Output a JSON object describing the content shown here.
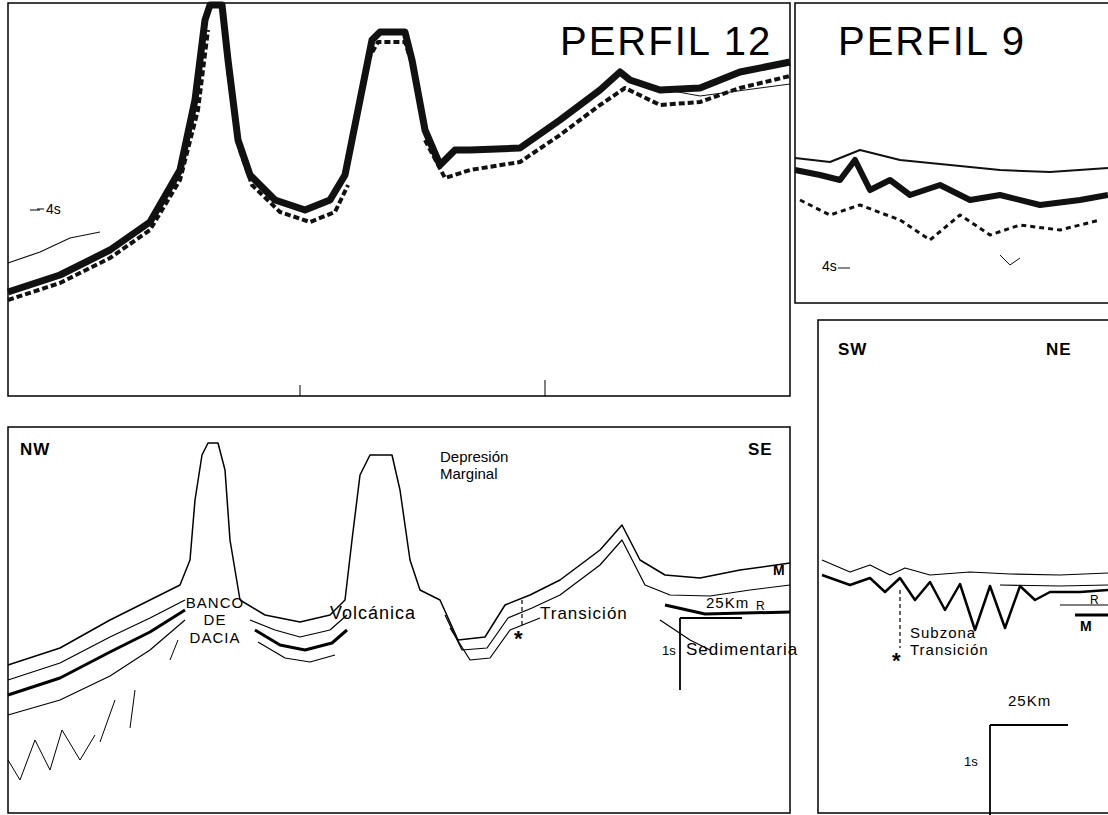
{
  "diagram": {
    "labels": [
      "PERFIL 12",
      "4s",
      "NW",
      "SE",
      "BANCO DE DACIA",
      "Volcánica",
      "Depresión Marginal",
      "Transición",
      "*",
      "Sedimentaria",
      "M",
      "R",
      "25Km",
      "1s",
      "PERFIL 9",
      "4s",
      "SW",
      "NE",
      "*",
      "Subzona Transición",
      "M",
      "R",
      "25Km",
      "1s"
    ]
  }
}
